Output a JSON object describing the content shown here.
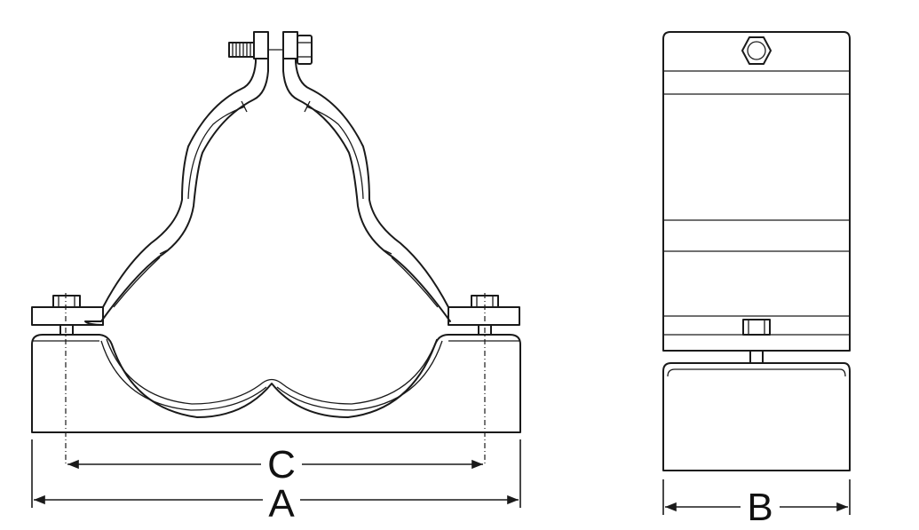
{
  "dimensions": {
    "a_label": "A",
    "b_label": "B",
    "c_label": "C"
  },
  "colors": {
    "line": "#1a1a1a",
    "background": "#ffffff"
  }
}
